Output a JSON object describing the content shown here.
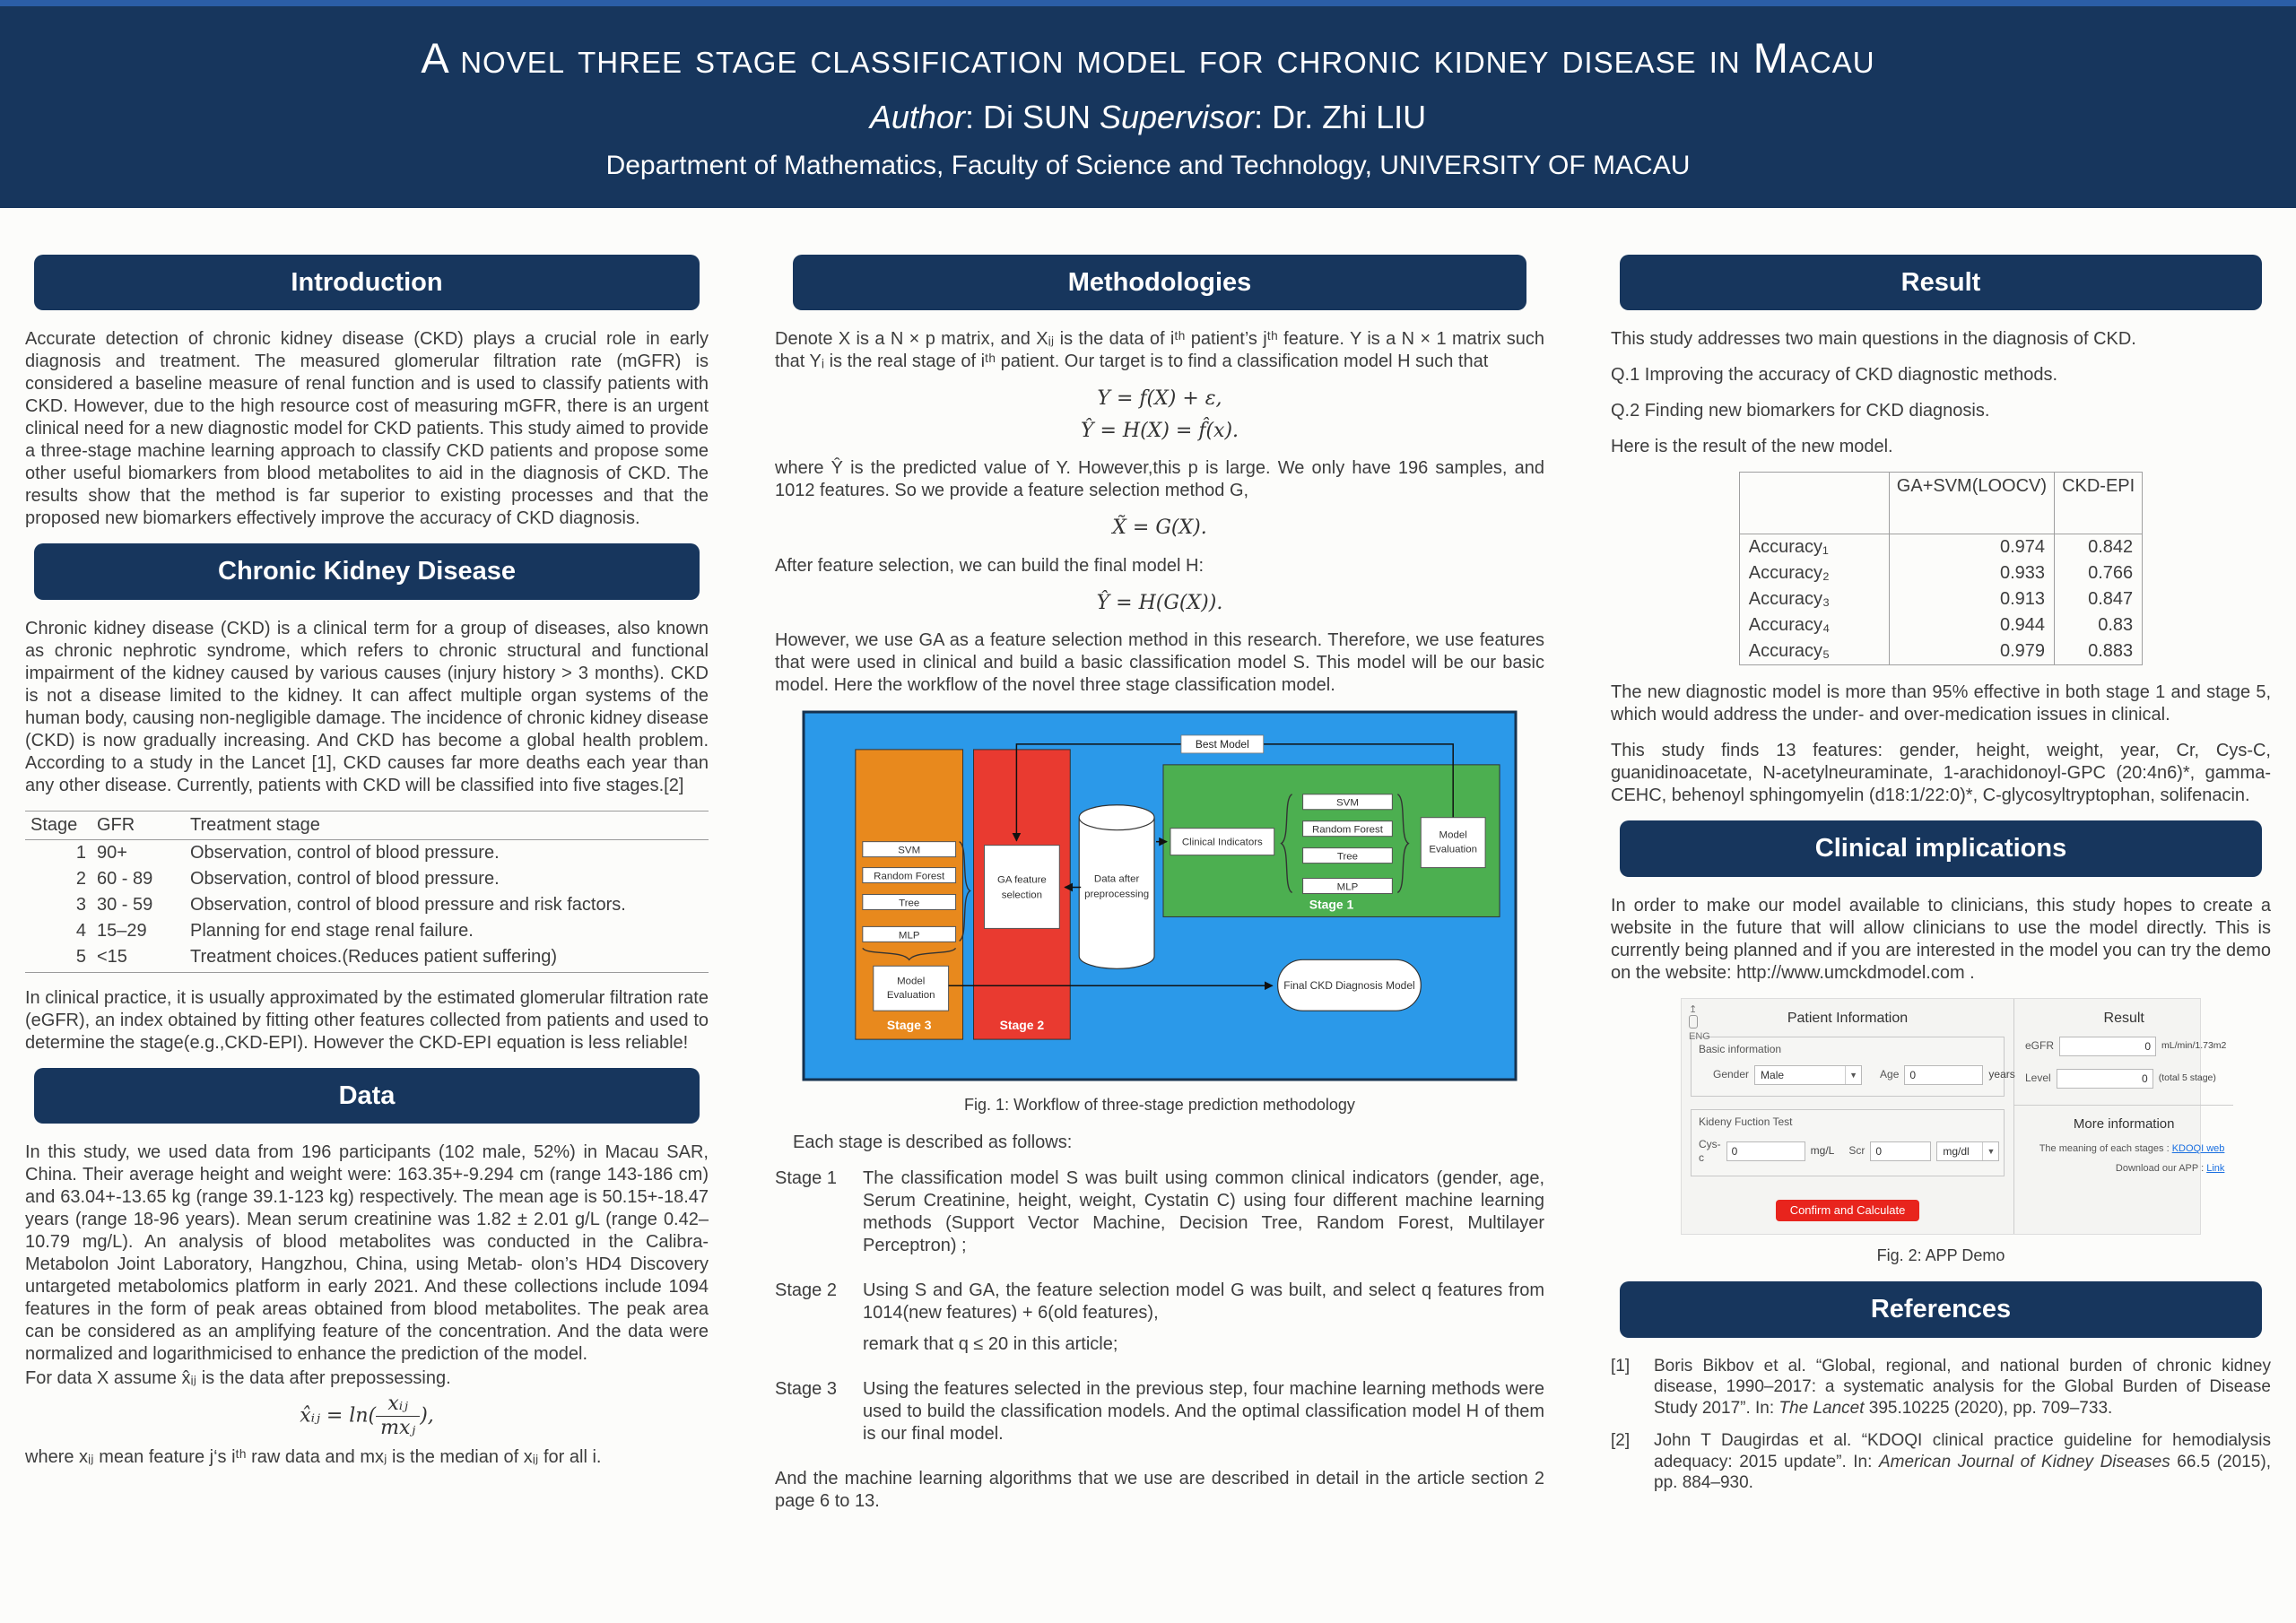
{
  "accent_color": "#17365d",
  "figure_blue": "#2b99e9",
  "figure_orange": "#e8891d",
  "figure_red": "#e93a30",
  "figure_green": "#4caf50",
  "header": {
    "title": "A novel three stage classification model for chronic kidney disease in Macau",
    "author_label": "Author",
    "author_name": ": Di SUN ",
    "supervisor_label": "Supervisor",
    "supervisor_name": ": Dr. Zhi LIU",
    "department": "Department of Mathematics, Faculty of Science and Technology, UNIVERSITY OF MACAU"
  },
  "left": {
    "intro_title": "Introduction",
    "intro_text": "Accurate detection of chronic kidney disease (CKD) plays a crucial role in early diagnosis and treatment. The measured glomerular filtration rate (mGFR) is considered a baseline measure of renal function and is used to classify patients with CKD. However, due to the high resource cost of measuring mGFR, there is an urgent clinical need for a new diagnostic model for CKD patients. This study aimed to provide a three-stage machine learning approach to classify CKD patients and propose some other useful biomarkers from blood metabolites to aid in the diagnosis of CKD. The results show that the method is far superior to existing processes and that the proposed new biomarkers effectively improve the accuracy of CKD diagnosis.",
    "ckd_title": "Chronic Kidney Disease",
    "ckd_text": "Chronic kidney disease (CKD) is a clinical term for a group of diseases, also known as chronic nephrotic syndrome, which refers to chronic structural and functional impairment of the kidney caused by various causes (injury history > 3 months). CKD is not a disease limited to the kidney. It can affect multiple organ systems of the human body, causing non-negligible damage. The incidence of chronic kidney disease (CKD) is now gradually increasing. And CKD has become a global health problem. According to a study in the Lancet [1], CKD causes far more deaths each year than any other disease. Currently, patients with CKD will be classified into five stages.[2]",
    "stage_table": {
      "headers": [
        "Stage",
        "GFR",
        "Treatment stage"
      ],
      "rows": [
        {
          "stage": "1",
          "gfr": "90+",
          "treatment": "Observation, control of blood pressure."
        },
        {
          "stage": "2",
          "gfr": "60 - 89",
          "treatment": "Observation, control of blood pressure."
        },
        {
          "stage": "3",
          "gfr": "30 - 59",
          "treatment": "Observation, control of blood pressure and risk factors."
        },
        {
          "stage": "4",
          "gfr": "15–29",
          "treatment": "Planning for end stage renal failure."
        },
        {
          "stage": "5",
          "gfr": "<15",
          "treatment": "Treatment choices.(Reduces patient suffering)"
        }
      ]
    },
    "egfr_text": "In clinical practice, it is usually approximated by the estimated glomerular filtration rate (eGFR), an index obtained by fitting other features collected from patients and used to determine the stage(e.g.,CKD-EPI). However the CKD-EPI equation is less reliable!",
    "data_title": "Data",
    "data_text": "In this study, we used data from 196 participants (102 male, 52%) in Macau SAR, China.  Their average height and weight were:  163.35+-9.294 cm (range 143-186 cm) and 63.04+-13.65 kg (range 39.1-123 kg) respectively. The mean age is 50.15+-18.47 years (range 18-96 years). Mean serum creatinine was 1.82 ± 2.01 g/L (range 0.42–10.79 mg/L). An analysis of blood metabolites was conducted in the Calibra- Metabolon Joint Laboratory, Hangzhou, China, using Metab- olon’s HD4 Discovery untargeted metabolomics platform in early 2021. And these collections include 1094 features in the form of peak areas obtained from blood metabolites.  The peak area can be considered as an amplifying feature of the concentration. And the data were normalized and logarithmicised to enhance the prediction of the model.",
    "data_text2": "For data X assume x̂ᵢⱼ is the data after prepossessing.",
    "formula": {
      "pre": "x̂ᵢⱼ = ln(",
      "num": "xᵢⱼ",
      "den": "mxⱼ",
      "post": "),"
    },
    "where_text": "where xᵢⱼ mean feature j‘s iᵗʰ raw data and mxⱼ is the median of xᵢⱼ for all i."
  },
  "middle": {
    "title": "Methodologies",
    "p1": "Denote X is a N × p matrix, and Xᵢⱼ is the data of iᵗʰ patient’s jᵗʰ feature.  Y is a N × 1 matrix such that Yᵢ is the real stage of iᵗʰ patient. Our target is to find a classification model H such that",
    "f1": "Y = f(X) + ε,",
    "f2": "Ŷ = H(X) = f̂(x).",
    "p2": "where Ŷ is the predicted value of Y.  However,this p is large.  We only have 196 samples, and 1012 features. So we provide a feature selection method G,",
    "f3": "X̃ = G(X).",
    "p3": "After feature selection, we can build the final model H:",
    "f4": "Ŷ = H(G(X)).",
    "p4": "However, we use GA as a feature selection method in this research.  Therefore, we use features that were used in clinical and build a basic classification model S. This model will be our basic model. Here the workflow of the novel three stage classification model.",
    "fig1": {
      "best_model": "Best Model",
      "s3_items": [
        "SVM",
        "Random Forest",
        "Tree",
        "MLP"
      ],
      "s3_me1": "Model",
      "s3_me2": "Evaluation",
      "s3_label": "Stage 3",
      "s2_l1": "GA feature",
      "s2_l2": "selection",
      "s2_label": "Stage 2",
      "cyl1": "Data after",
      "cyl2": "preprocessing",
      "clinical": "Clinical Indicators",
      "s1_items": [
        "SVM",
        "Random Forest",
        "Tree",
        "MLP"
      ],
      "s1_me1": "Model",
      "s1_me2": "Evaluation",
      "s1_label": "Stage 1",
      "final": "Final CKD Diagnosis Model",
      "caption": "Fig. 1:  Workflow of three-stage prediction methodology"
    },
    "each_stage": "Each stage is described as follows:",
    "stages": [
      {
        "label": "Stage 1",
        "text": "The classification model S was built using common clinical indicators (gender, age, Serum Creatinine, height, weight, Cystatin C) using four different machine learning methods (Support Vector Machine, Decision Tree, Random Forest, Multilayer Perceptron) ;"
      },
      {
        "label": "Stage 2",
        "text": "Using S and GA, the feature selection model G was built, and select q features from 1014(new features) + 6(old features),",
        "text2": "remark that q ≤ 20 in this article;"
      },
      {
        "label": "Stage 3",
        "text": "Using the features selected in the previous step, four machine learning methods were used to build the classification models.  And the optimal classification model H of them is our final model."
      }
    ],
    "closing": "And the machine learning algorithms that we use are described in detail in the article section 2 page 6 to 13."
  },
  "right": {
    "result_title": "Result",
    "p1": "This study addresses two main questions in the diagnosis of CKD.",
    "q1": "Q.1 Improving the accuracy of CKD diagnostic methods.",
    "q2": "Q.2 Finding new biomarkers for CKD diagnosis.",
    "p2": "Here is the result of the new model.",
    "result_table": {
      "headers": [
        "",
        "GA+SVM(LOOCV)",
        "CKD-EPI"
      ],
      "rows": [
        {
          "label": "Accuracy₁",
          "ga": "0.974",
          "epi": "0.842"
        },
        {
          "label": "Accuracy₂",
          "ga": "0.933",
          "epi": "0.766"
        },
        {
          "label": "Accuracy₃",
          "ga": "0.913",
          "epi": "0.847"
        },
        {
          "label": "Accuracy₄",
          "ga": "0.944",
          "epi": "0.83"
        },
        {
          "label": "Accuracy₅",
          "ga": "0.979",
          "epi": "0.883"
        }
      ]
    },
    "p3": "The new diagnostic model is more than 95% effective in both stage 1 and stage 5, which would address the under- and over-medication issues in clinical.",
    "p4": "This study finds 13 features:  gender, height, weight, year, Cr, Cys-C, guanidinoacetate, N-acetylneuraminate, 1-arachidonoyl-GPC (20:4n6)*, gamma-CEHC, behenoyl sphingomyelin (d18:1/22:0)*, C-glycosyltryptophan, solifenacin.",
    "clinical_title": "Clinical implications",
    "clinical_text": "In order to make our model available to clinicians, this study hopes to create a website in the future that will allow clinicians to use the model directly.  This is currently being planned and if you are interested in the model you can try the demo on the website: http://www.umckdmodel.com .",
    "app": {
      "lang": "ENG",
      "left_title": "Patient Information",
      "basic_label": "Basic information",
      "gender_label": "Gender",
      "gender_value": "Male",
      "age_label": "Age",
      "age_value": "0",
      "age_unit": "years",
      "kidney_label": "Kideny Fuction Test",
      "cysc_label": "Cys-c",
      "cysc_value": "0",
      "cysc_unit": "mg/L",
      "scr_label": "Scr",
      "scr_value": "0",
      "scr_unit": "mg/dl",
      "button": "Confirm and Calculate",
      "right_title": "Result",
      "egfr_label": "eGFR",
      "egfr_value": "0",
      "egfr_unit": "mL/min/1.73m2",
      "level_label": "Level",
      "level_value": "0",
      "level_unit": "(total 5 stage)",
      "more_title": "More information",
      "meaning_label": "The meaning of each stages :",
      "meaning_link": "KDOQI web",
      "download_label": "Download our APP :",
      "download_link": "Link"
    },
    "fig2_caption": "Fig. 2: APP Demo",
    "references_title": "References",
    "references": [
      {
        "num": "[1]",
        "before": "Boris Bikbov et al. “Global, regional, and national burden of chronic kidney disease, 1990–2017: a systematic analysis for the Global Burden of Disease Study 2017”. In: ",
        "journal": "The Lancet",
        "after": " 395.10225 (2020), pp. 709–733."
      },
      {
        "num": "[2]",
        "before": "John T Daugirdas et al. “KDOQI clinical practice guideline for hemodialysis adequacy: 2015 update”. In: ",
        "journal": "American Journal of Kidney Diseases",
        "after": " 66.5 (2015), pp. 884–930."
      }
    ]
  }
}
